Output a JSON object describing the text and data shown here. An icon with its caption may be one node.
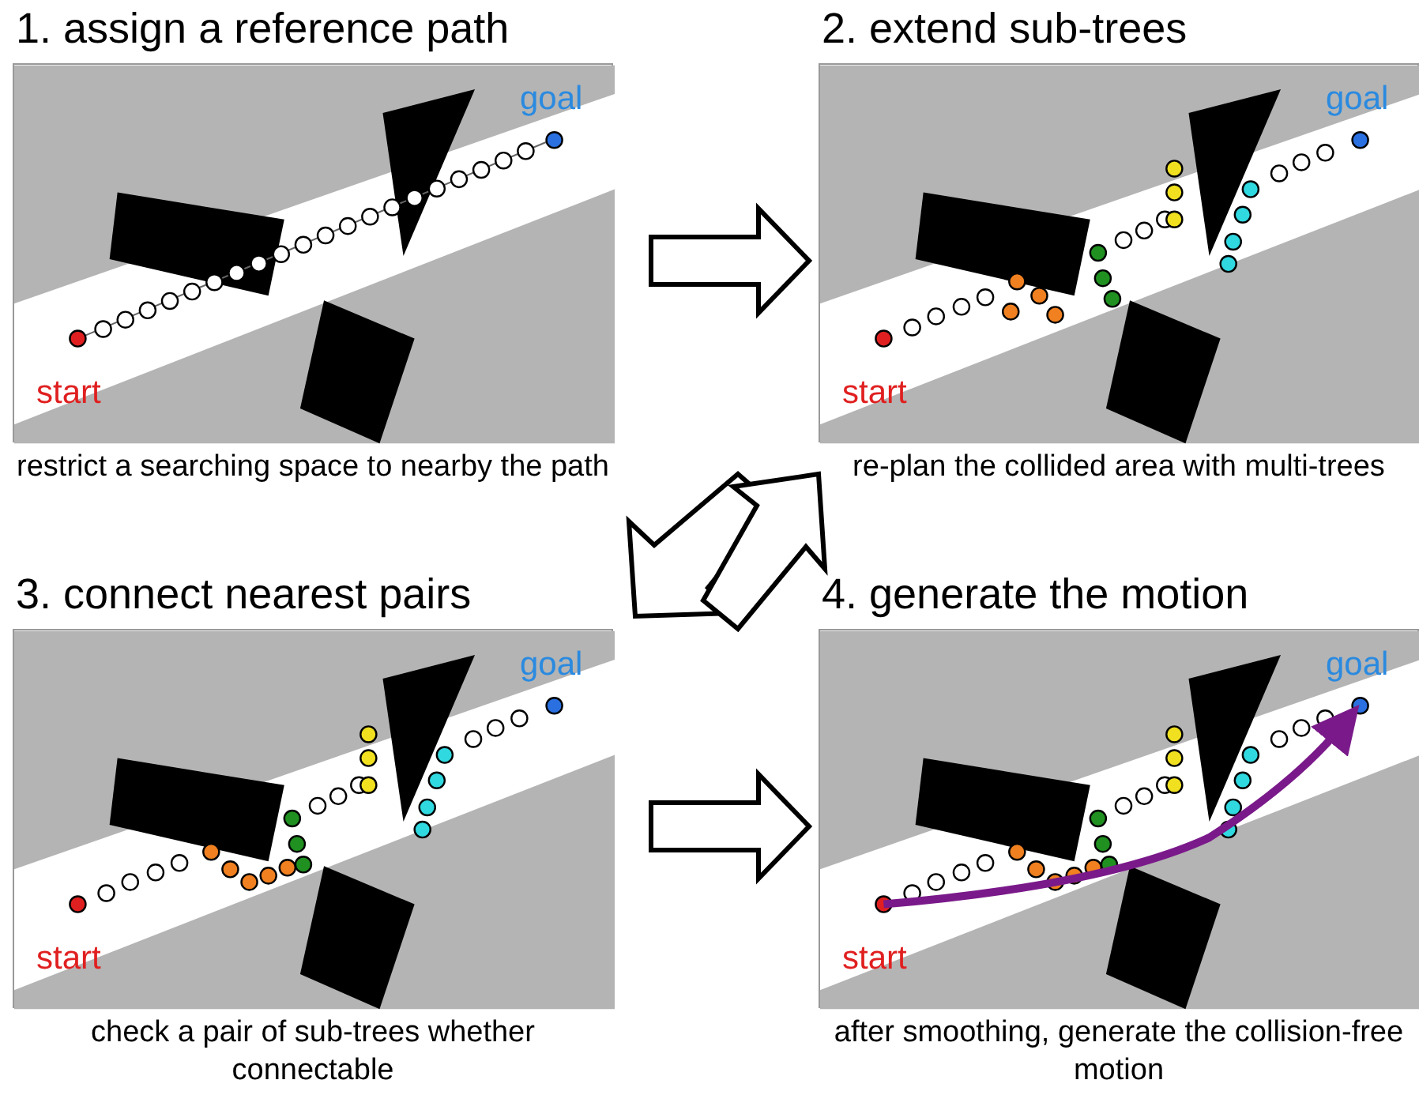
{
  "diagram": {
    "nodes": [
      {
        "text": [
          "1. assign a reference path",
          "restrict a searching space to nearby the path"
        ]
      },
      {
        "text": [
          "2. extend sub-trees",
          "re-plan the collided area with multi-trees"
        ]
      },
      {
        "text": [
          "3. connect nearest pairs",
          "check a pair of sub-trees whether connectable"
        ]
      },
      {
        "text": [
          "4. generate the motion",
          "after smoothing, generate the collision-free motion"
        ]
      }
    ],
    "edges": [
      {
        "from": 0,
        "to": 1,
        "arrow": "to"
      },
      {
        "from": 1,
        "to": 2,
        "arrow": "to"
      },
      {
        "from": 2,
        "to": 1,
        "arrow": "to"
      },
      {
        "from": 2,
        "to": 3,
        "arrow": "to"
      }
    ],
    "labels": [
      "goal",
      "start",
      "goal",
      "start",
      "goal",
      "start",
      "goal",
      "start"
    ]
  }
}
